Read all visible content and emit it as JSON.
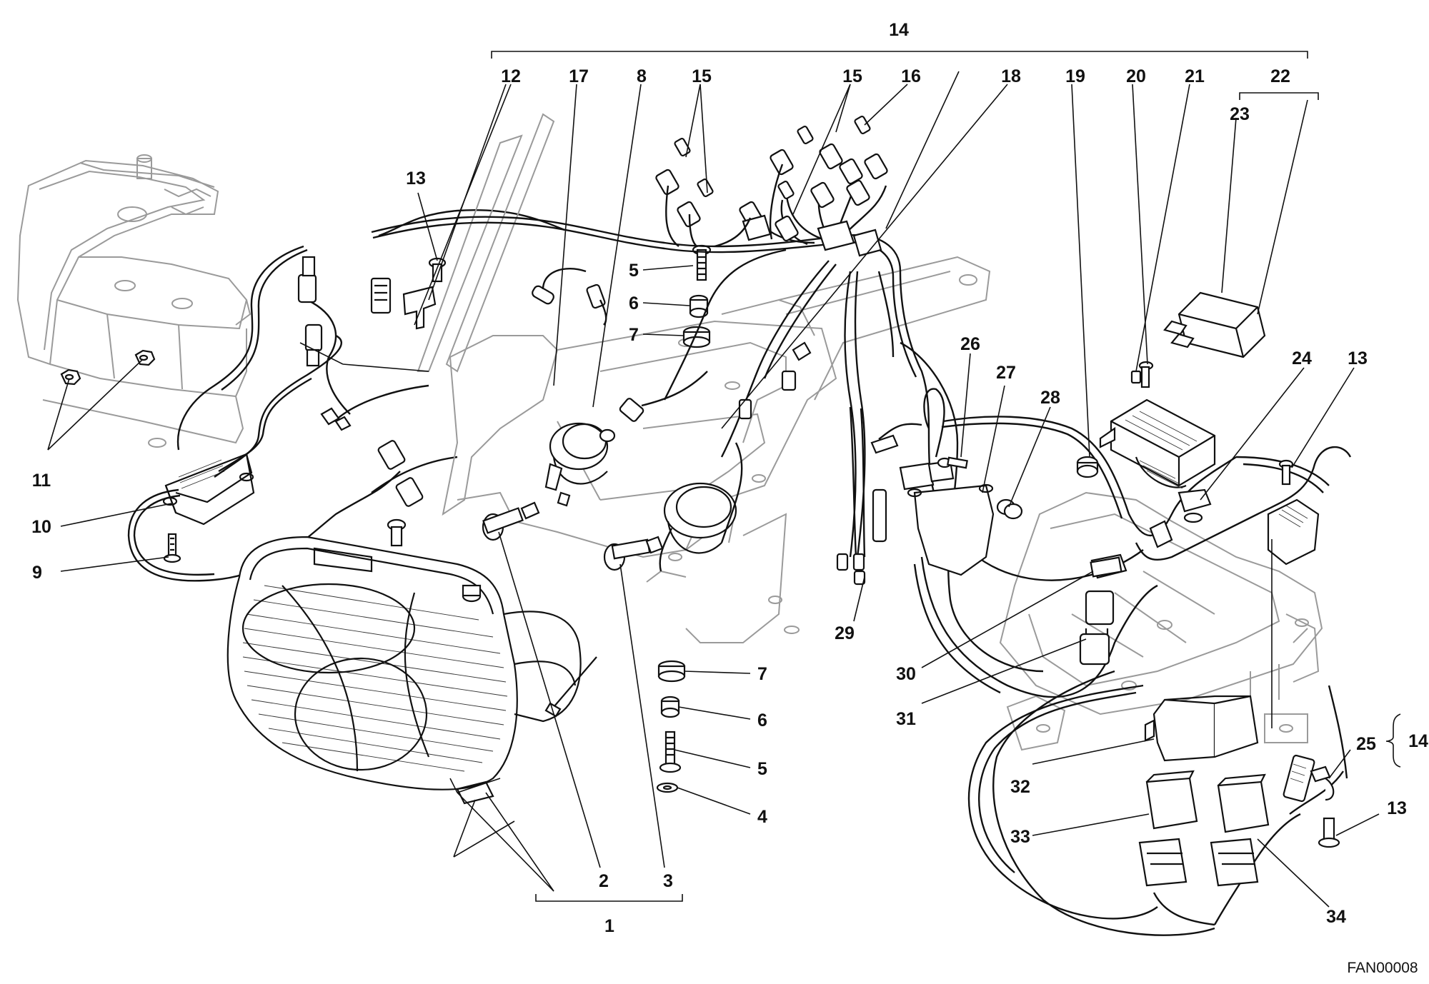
{
  "diagram": {
    "drawing_code": "FAN00008",
    "callouts": [
      {
        "id": "c1",
        "text": "1"
      },
      {
        "id": "c2",
        "text": "2"
      },
      {
        "id": "c3",
        "text": "3"
      },
      {
        "id": "c4",
        "text": "4"
      },
      {
        "id": "c5a",
        "text": "5"
      },
      {
        "id": "c5b",
        "text": "5"
      },
      {
        "id": "c6a",
        "text": "6"
      },
      {
        "id": "c6b",
        "text": "6"
      },
      {
        "id": "c7a",
        "text": "7"
      },
      {
        "id": "c7b",
        "text": "7"
      },
      {
        "id": "c8",
        "text": "8"
      },
      {
        "id": "c9",
        "text": "9"
      },
      {
        "id": "c10",
        "text": "10"
      },
      {
        "id": "c11",
        "text": "11"
      },
      {
        "id": "c12",
        "text": "12"
      },
      {
        "id": "c13a",
        "text": "13"
      },
      {
        "id": "c13b",
        "text": "13"
      },
      {
        "id": "c13c",
        "text": "13"
      },
      {
        "id": "c14a",
        "text": "14"
      },
      {
        "id": "c14b",
        "text": "14"
      },
      {
        "id": "c15a",
        "text": "15"
      },
      {
        "id": "c15b",
        "text": "15"
      },
      {
        "id": "c16",
        "text": "16"
      },
      {
        "id": "c17",
        "text": "17"
      },
      {
        "id": "c18",
        "text": "18"
      },
      {
        "id": "c19",
        "text": "19"
      },
      {
        "id": "c20",
        "text": "20"
      },
      {
        "id": "c21",
        "text": "21"
      },
      {
        "id": "c22",
        "text": "22"
      },
      {
        "id": "c23",
        "text": "23"
      },
      {
        "id": "c24",
        "text": "24"
      },
      {
        "id": "c25",
        "text": "25"
      },
      {
        "id": "c26",
        "text": "26"
      },
      {
        "id": "c27",
        "text": "27"
      },
      {
        "id": "c28",
        "text": "28"
      },
      {
        "id": "c29",
        "text": "29"
      },
      {
        "id": "c30",
        "text": "30"
      },
      {
        "id": "c31",
        "text": "31"
      },
      {
        "id": "c32",
        "text": "32"
      },
      {
        "id": "c33",
        "text": "33"
      },
      {
        "id": "c34",
        "text": "34"
      }
    ]
  }
}
